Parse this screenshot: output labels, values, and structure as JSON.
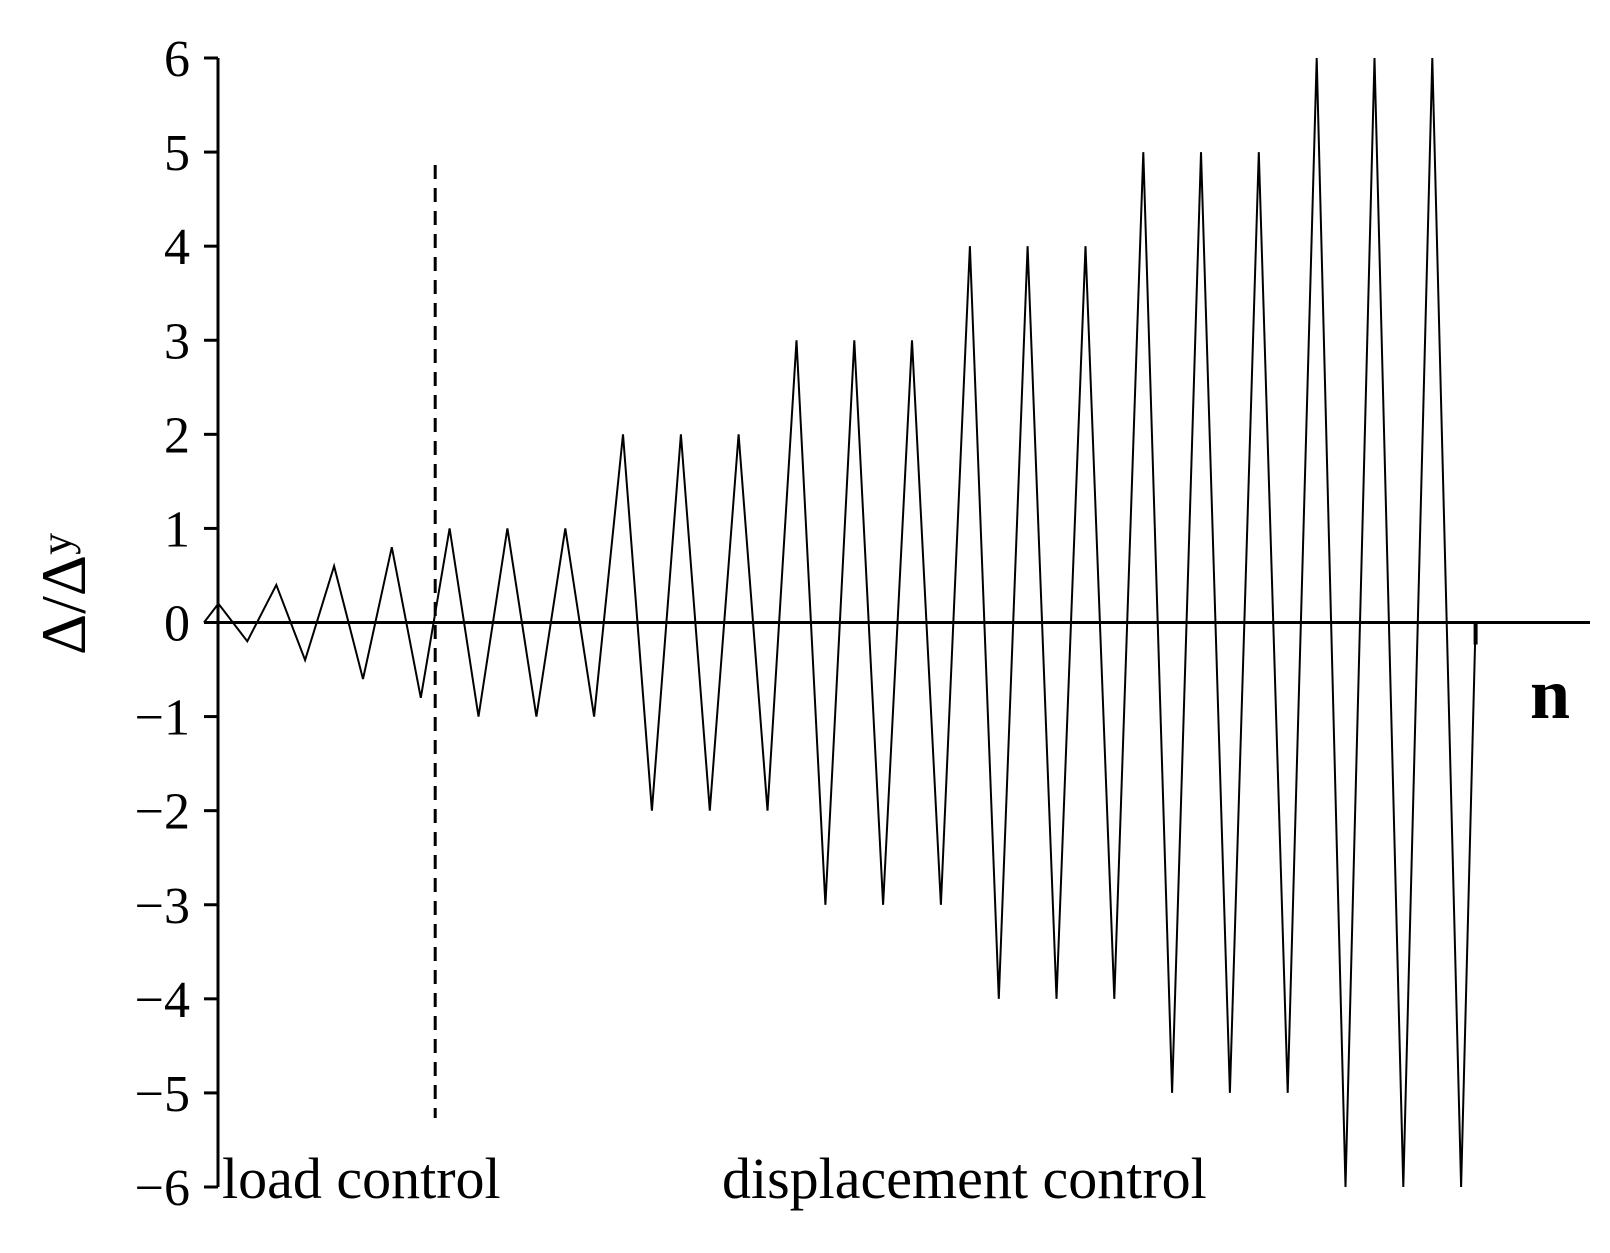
{
  "chart_data": {
    "type": "line",
    "ylabel": "Δ/Δy",
    "ylabel_main": "Δ/Δ",
    "ylabel_sub": "y",
    "xlabel": "n",
    "ylim": [
      -6,
      6
    ],
    "yticks": [
      6,
      5,
      4,
      3,
      2,
      1,
      0,
      -1,
      -2,
      -3,
      -4,
      -5,
      -6
    ],
    "ytick_labels": [
      "6",
      "5",
      "4",
      "3",
      "2",
      "1",
      "0",
      "−1",
      "−2",
      "−3",
      "−4",
      "−5",
      "−6"
    ],
    "grid": false,
    "series": [
      {
        "amplitudes": [
          0.2,
          0.4,
          0.6,
          0.8,
          1,
          1,
          1,
          2,
          2,
          2,
          3,
          3,
          3,
          4,
          4,
          4,
          5,
          5,
          5,
          6,
          6,
          6
        ]
      }
    ],
    "divider_after_cycle": 4,
    "annotations": {
      "load_control": "load control",
      "displacement_control": "displacement control"
    }
  }
}
